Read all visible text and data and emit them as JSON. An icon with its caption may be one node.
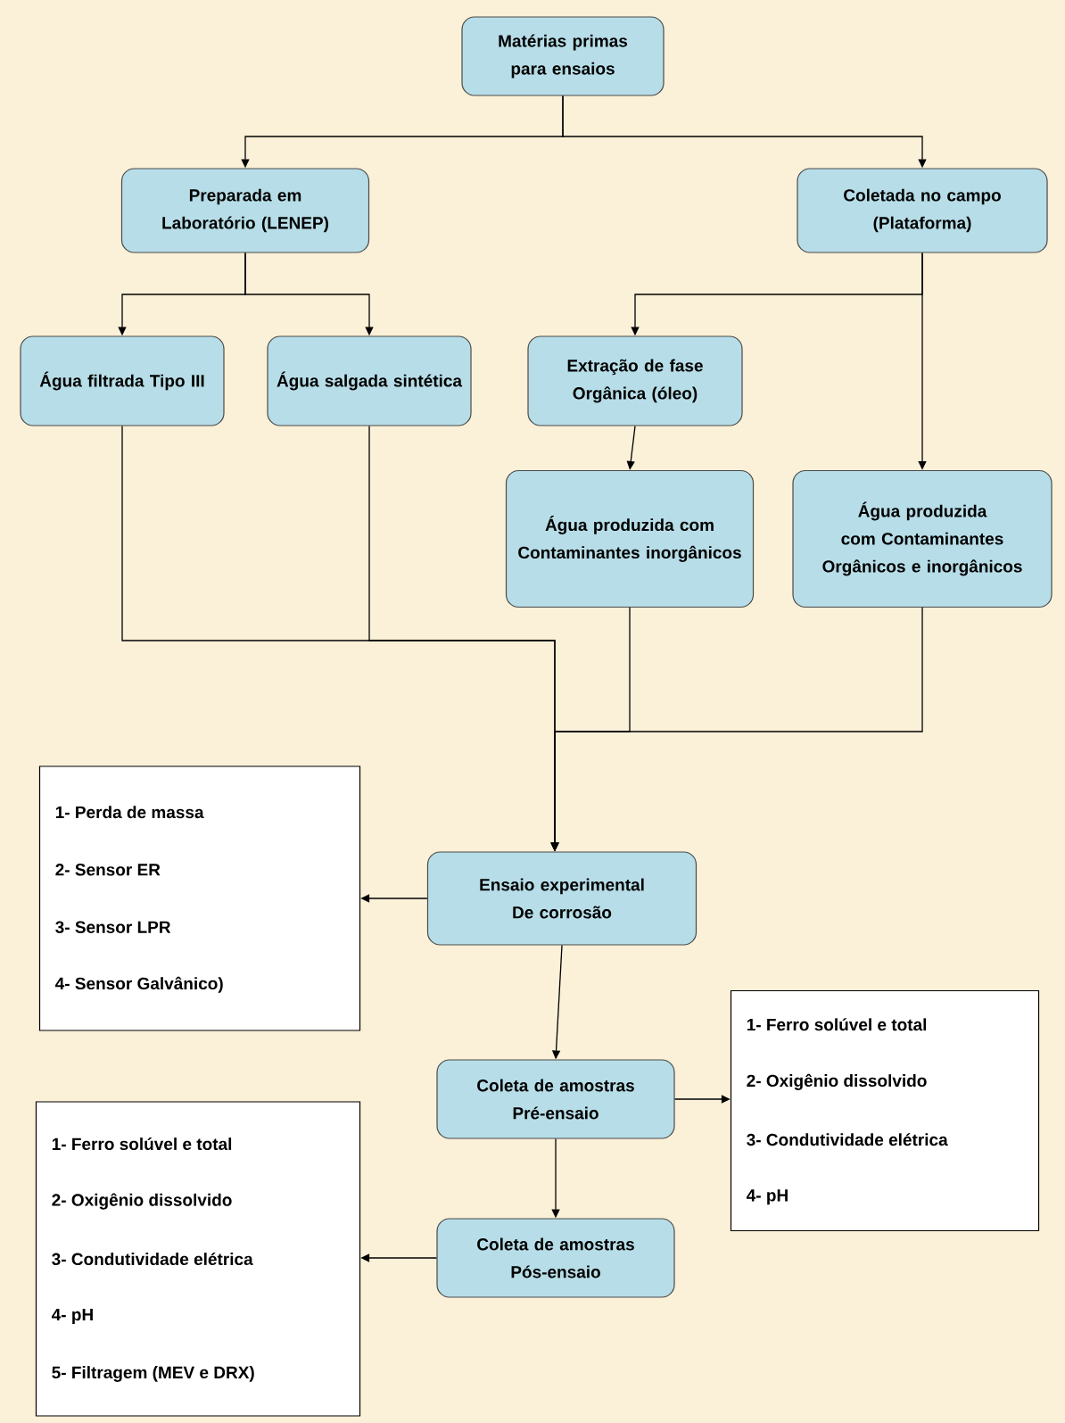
{
  "diagram": {
    "nodes": [
      {
        "text": [
          "Matérias primas para ensaios"
        ]
      },
      {
        "text": [
          "Preparada em Laboratório (LENEP)"
        ]
      },
      {
        "text": [
          "Coletada no campo (Plataforma)"
        ]
      },
      {
        "text": [
          "Água filtrada Tipo III"
        ]
      },
      {
        "text": [
          "Água salgada sintética"
        ]
      },
      {
        "text": [
          "Extração de fase Orgânica (óleo)"
        ]
      },
      {
        "text": [
          "Água produzida com Contaminantes inorgânicos"
        ]
      },
      {
        "text": [
          "Água produzida com Contaminantes Orgânicos e inorgânicos"
        ]
      },
      {
        "text": [
          "1- Perda de massa",
          "2- Sensor ER",
          "3- Sensor LPR",
          "4- Sensor Galvânico)"
        ]
      },
      {
        "text": [
          "Ensaio experimental De corrosão"
        ]
      },
      {
        "text": [
          "1- Ferro solúvel e total",
          "2- Oxigênio dissolvido",
          "3- Condutividade elétrica",
          "4- pH"
        ]
      },
      {
        "text": [
          "Coleta de amostras Pré-ensaio"
        ]
      },
      {
        "text": [
          "1- Ferro solúvel e total",
          "2- Oxigênio dissolvido",
          "3- Condutividade elétrica",
          "4- pH",
          "5- Filtragem (MEV e DRX)"
        ]
      },
      {
        "text": [
          "Coleta de amostras Pós-ensaio"
        ]
      }
    ],
    "edges": [
      {
        "from": 0,
        "to": 1,
        "arrow": "to"
      },
      {
        "from": 0,
        "to": 2,
        "arrow": "to"
      },
      {
        "from": 1,
        "to": 3,
        "arrow": "to"
      },
      {
        "from": 1,
        "to": 4,
        "arrow": "to"
      },
      {
        "from": 2,
        "to": 5,
        "arrow": "to"
      },
      {
        "from": 2,
        "to": 7,
        "arrow": "to"
      },
      {
        "from": 5,
        "to": 6,
        "arrow": "to"
      },
      {
        "from": 3,
        "to": 9,
        "arrow": "to"
      },
      {
        "from": 4,
        "to": 9,
        "arrow": "to"
      },
      {
        "from": 6,
        "to": 9,
        "arrow": "to"
      },
      {
        "from": 7,
        "to": 9,
        "arrow": "to"
      },
      {
        "from": 9,
        "to": 8,
        "arrow": "to"
      },
      {
        "from": 9,
        "to": 11,
        "arrow": "to"
      },
      {
        "from": 11,
        "to": 10,
        "arrow": "to"
      },
      {
        "from": 11,
        "to": 13,
        "arrow": "to"
      },
      {
        "from": 13,
        "to": 12,
        "arrow": "to"
      }
    ]
  }
}
